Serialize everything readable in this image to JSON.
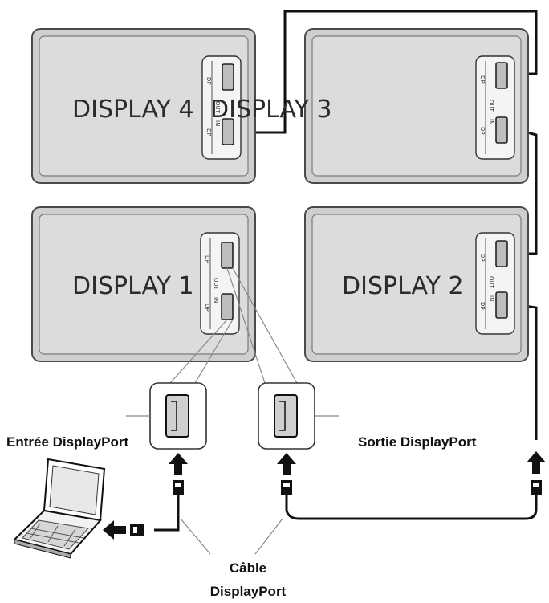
{
  "displays": {
    "d4": {
      "label": "DISPLAY 4"
    },
    "d3": {
      "label": "DISPLAY 3"
    },
    "d1": {
      "label": "DISPLAY 1"
    },
    "d2": {
      "label": "DISPLAY 2"
    }
  },
  "ports": {
    "dp": "DP",
    "in": "IN",
    "out": "OUT"
  },
  "captions": {
    "input": "Entrée DisplayPort",
    "output": "Sortie DisplayPort",
    "cable_line1": "Câble",
    "cable_line2": "DisplayPort"
  },
  "colors": {
    "panel": "#cfcfcf",
    "cable": "#111111",
    "background": "#ffffff"
  }
}
